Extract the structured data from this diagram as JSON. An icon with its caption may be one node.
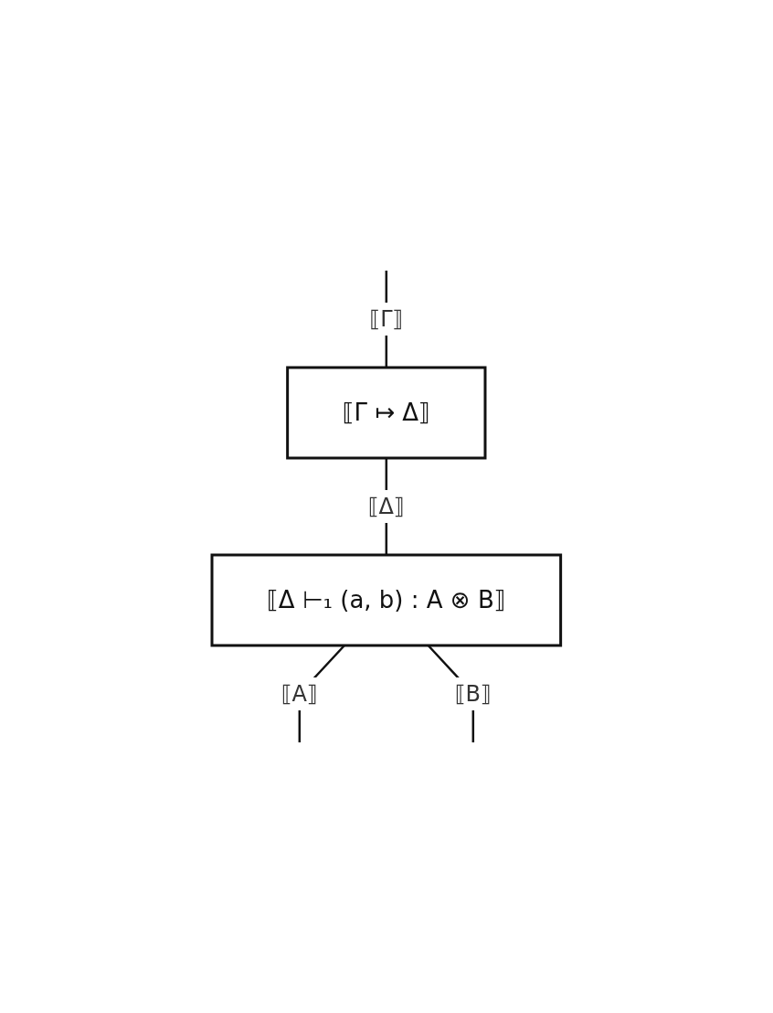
{
  "diagram": {
    "nodes": [
      {
        "text": [
          "⟦Γ ↦ Δ⟧"
        ]
      },
      {
        "text": [
          "⟦Δ ⊢₁ (a, b) : A ⊗ B⟧"
        ]
      }
    ],
    "edges": [
      {
        "from": null,
        "to": 0,
        "arrow": "none",
        "label": "⟦Γ⟧"
      },
      {
        "from": 0,
        "to": 1,
        "arrow": "none",
        "label": "⟦Δ⟧"
      },
      {
        "from": 1,
        "to": null,
        "arrow": "none",
        "label": "⟦A⟧"
      },
      {
        "from": 1,
        "to": null,
        "arrow": "none",
        "label": "⟦B⟧"
      }
    ]
  }
}
